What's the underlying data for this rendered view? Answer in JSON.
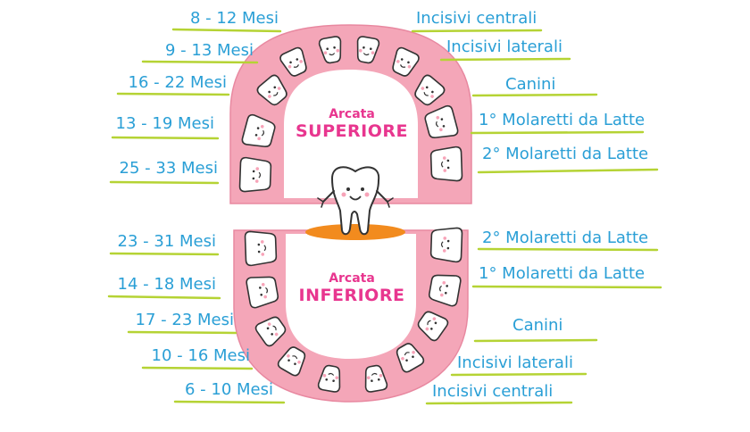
{
  "upper": {
    "arch_word": "Arcata",
    "arch_name": "SUPERIORE",
    "ages": [
      "8 - 12 Mesi",
      "9 - 13 Mesi",
      "16 - 22 Mesi",
      "13 - 19 Mesi",
      "25 - 33 Mesi"
    ],
    "teeth": [
      "Incisivi centrali",
      "Incisivi laterali",
      "Canini",
      "1° Molaretti da Latte",
      "2° Molaretti da Latte"
    ]
  },
  "lower": {
    "arch_word": "Arcata",
    "arch_name": "INFERIORE",
    "ages": [
      "23 - 31 Mesi",
      "14 - 18 Mesi",
      "17 - 23 Mesi",
      "10 - 16 Mesi",
      "6 - 10 Mesi"
    ],
    "teeth": [
      "2° Molaretti da Latte",
      "1° Molaretti da Latte",
      "Canini",
      "Incisivi laterali",
      "Incisivi centrali"
    ]
  },
  "colors": {
    "gum": "#f4a6b8",
    "gum_inner": "#fde4ea",
    "label_text": "#2a9fd6",
    "underline": "#b5d334",
    "arch_title": "#e8368f",
    "mascot_shadow": "#f28b1e"
  }
}
